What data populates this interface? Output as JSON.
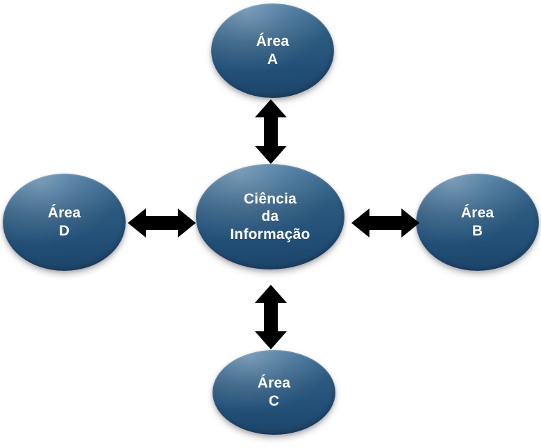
{
  "diagram": {
    "background_color": "#ffffff",
    "node_fill_light": "#43779f",
    "node_fill_dark": "#1d4468",
    "node_text_color": "#ffffff",
    "arrow_color": "#000000",
    "center": {
      "id": "ciencia-da-informacao",
      "label": "Ciência\nda\nInformação"
    },
    "nodes": [
      {
        "id": "area-a",
        "label": "Área\nA",
        "position": "top"
      },
      {
        "id": "area-b",
        "label": "Área\nB",
        "position": "right"
      },
      {
        "id": "area-c",
        "label": "Área\nC",
        "position": "bottom"
      },
      {
        "id": "area-d",
        "label": "Área\nD",
        "position": "left"
      }
    ],
    "connectors": [
      {
        "id": "connector-center-area-a",
        "from": "ciencia-da-informacao",
        "to": "area-a",
        "orientation": "vertical",
        "style": "double-headed-arrow"
      },
      {
        "id": "connector-center-area-b",
        "from": "ciencia-da-informacao",
        "to": "area-b",
        "orientation": "horizontal",
        "style": "double-headed-arrow"
      },
      {
        "id": "connector-center-area-c",
        "from": "ciencia-da-informacao",
        "to": "area-c",
        "orientation": "vertical",
        "style": "double-headed-arrow"
      },
      {
        "id": "connector-center-area-d",
        "from": "ciencia-da-informacao",
        "to": "area-d",
        "orientation": "horizontal",
        "style": "double-headed-arrow"
      }
    ]
  }
}
